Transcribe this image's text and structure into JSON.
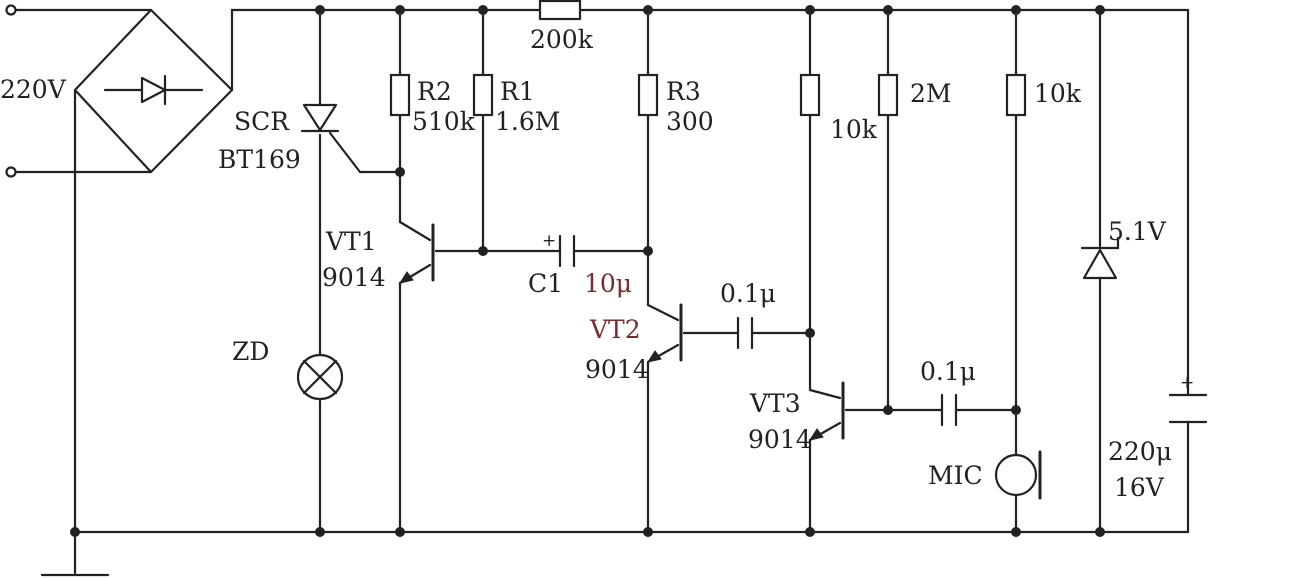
{
  "labels": {
    "ac_input": "220V",
    "scr": "SCR",
    "scr_type": "BT169",
    "r1_name": "R1",
    "r1_value": "1.6M",
    "r2_name": "R2",
    "r2_value": "510k",
    "r3_name": "R3",
    "r3_value": "300",
    "r_top": "200k",
    "r_vt3_collector": "10k",
    "r_vt3_bias": "2M",
    "r_mic": "10k",
    "vt1_name": "VT1",
    "vt1_type": "9014",
    "vt2_name": "VT2",
    "vt2_type": "9014",
    "vt3_name": "VT3",
    "vt3_type": "9014",
    "c1_name": "C1",
    "c1_value": "10μ",
    "c1_polarity": "+",
    "c2_value": "0.1μ",
    "c3_value": "0.1μ",
    "zener": "5.1V",
    "c_filter_value": "220μ",
    "c_filter_voltage": "16V",
    "c_filter_polarity": "+",
    "lamp": "ZD",
    "mic": "MIC"
  }
}
